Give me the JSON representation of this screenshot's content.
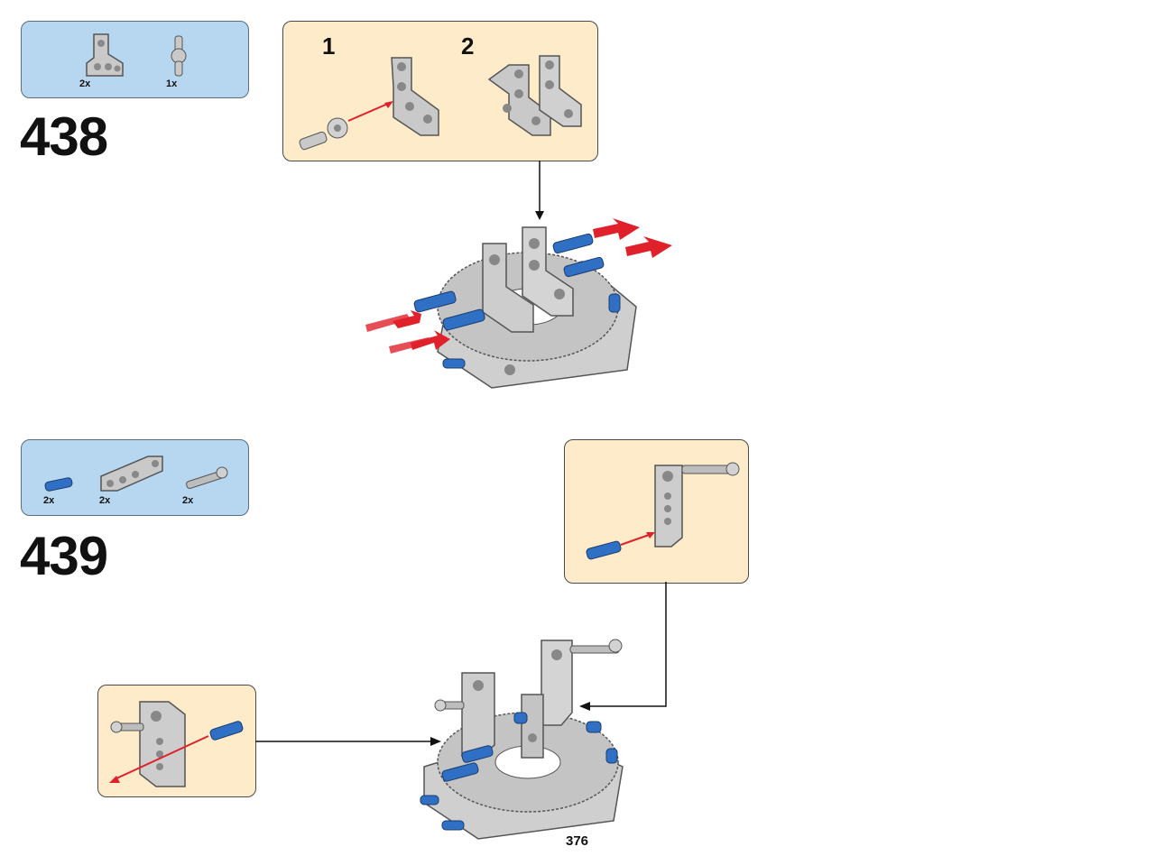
{
  "page": {
    "page_number": "376"
  },
  "steps": [
    {
      "number": "438",
      "parts": [
        {
          "name": "light-gray-beam-bracket",
          "qty": "2x"
        },
        {
          "name": "light-gray-connector-pin",
          "qty": "1x"
        }
      ],
      "callout": {
        "sub_steps": [
          "1",
          "2"
        ]
      }
    },
    {
      "number": "439",
      "parts": [
        {
          "name": "blue-axle-pin",
          "qty": "2x"
        },
        {
          "name": "light-gray-bent-beam",
          "qty": "2x"
        },
        {
          "name": "gray-pin-with-bush",
          "qty": "2x"
        }
      ]
    }
  ],
  "colors": {
    "parts_list_bg": "#b7d6ef",
    "callout_bg": "#fdebc9",
    "part_gray": "#c8c8c8",
    "part_blue": "#2f6fc4",
    "arrow_red": "#e0202a"
  }
}
